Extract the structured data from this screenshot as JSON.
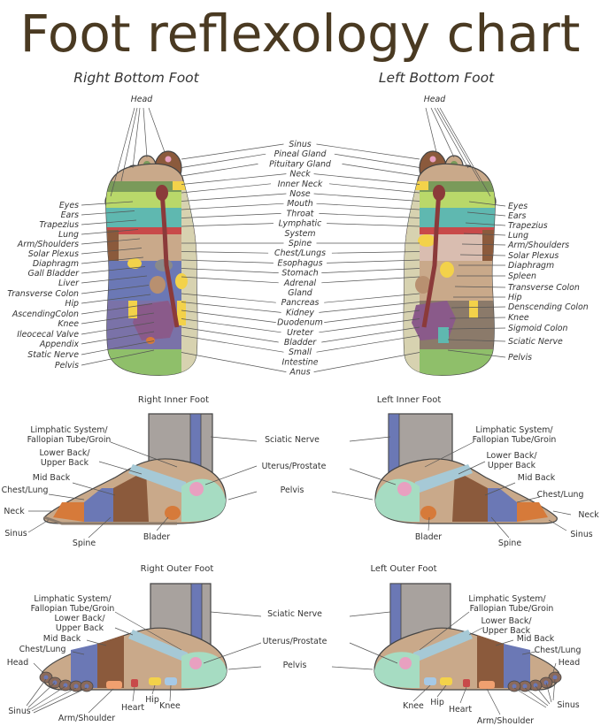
{
  "title": "Foot reflexology chart",
  "sections": {
    "right_bottom": "Right Bottom Foot",
    "left_bottom": "Left Bottom Foot",
    "right_inner": "Right Inner Foot",
    "left_inner": "Left Inner Foot",
    "right_outer": "Right Outer Foot",
    "left_outer": "Left Outer Foot"
  },
  "bottom": {
    "head": "Head",
    "center": [
      "Sinus",
      "Pineal Gland",
      "Pituitary Gland",
      "Neck",
      "Inner Neck",
      "Nose",
      "Mouth",
      "Throat",
      "Lymphatic",
      "System",
      "Spine",
      "Chest/Lungs",
      "Esophagus",
      "Stomach",
      "Adrenal",
      "Gland",
      "Pancreas",
      "Kidney",
      "Duodenum",
      "Ureter",
      "Bladder",
      "Small",
      "Intestine",
      "Anus"
    ],
    "right_side": [
      "Eyes",
      "Ears",
      "Trapezius",
      "Lung",
      "Arm/Shoulders",
      "Solar Plexus",
      "Diaphragm",
      "Gall Bladder",
      "Liver",
      "Transverse Colon",
      "Hip",
      "AscendingColon",
      "Knee",
      "Ileocecal Valve",
      "Appendix",
      "Static Nerve",
      "Pelvis"
    ],
    "left_side": [
      "Eyes",
      "Ears",
      "Trapezius",
      "Lung",
      "Arm/Shoulders",
      "Solar Plexus",
      "Diaphragm",
      "Spleen",
      "Transverse Colon",
      "Hip",
      "Denscending Colon",
      "Knee",
      "Sigmoid Colon",
      "Sciatic Nerve",
      "Pelvis"
    ]
  },
  "inner": {
    "limphatic_1": "Limphatic System/",
    "limphatic_2": "Fallopian Tube/Groin",
    "lower_back_1": "Lower Back/",
    "lower_back_2": "Upper Back",
    "mid_back": "Mid Back",
    "chest_lung": "Chest/Lung",
    "neck": "Neck",
    "sinus": "Sinus",
    "spine": "Spine",
    "blader": "Blader",
    "sciatic": "Sciatic Nerve",
    "uterus": "Uterus/Prostate",
    "pelvis": "Pelvis"
  },
  "outer": {
    "limphatic_1": "Limphatic System/",
    "limphatic_2": "Fallopian Tube/Groin",
    "lower_back_1": "Lower Back/",
    "lower_back_2": "Upper Back",
    "mid_back": "Mid Back",
    "chest_lung": "Chest/Lung",
    "head": "Head",
    "sinus": "Sinus",
    "arm_shoulder": "Arm/Shoulder",
    "heart": "Heart",
    "hip": "Hip",
    "knee": "Knee",
    "sciatic": "Sciatic Nerve",
    "uterus": "Uterus/Prostate",
    "pelvis": "Pelvis"
  },
  "colors": {
    "title": "#4a3a22",
    "sole_base": "#c9a98a",
    "brown": "#8b5a3c",
    "blue": "#6b78b5",
    "teal": "#5fb8b0",
    "lime": "#b9d86a",
    "yellow": "#f3d24a",
    "green": "#8fbf6a",
    "pink": "#e8a0c0",
    "grey": "#b0aaa6",
    "orange": "#d67a3a"
  }
}
